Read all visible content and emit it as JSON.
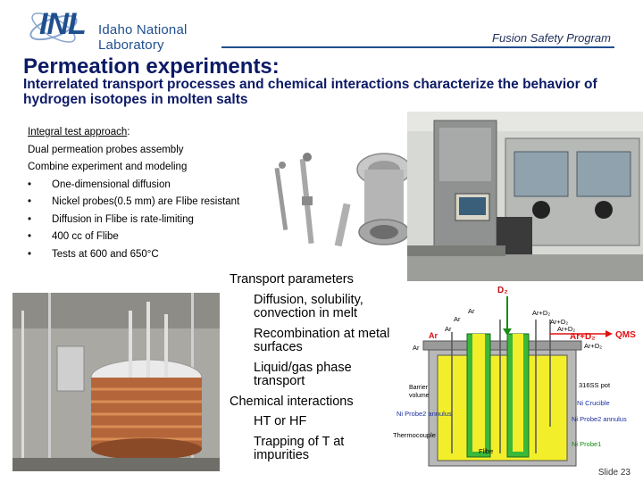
{
  "header": {
    "logo_mark": "INL",
    "logo_text": "Idaho National Laboratory",
    "program": "Fusion Safety Program"
  },
  "title": "Permeation experiments:",
  "subtitle": "Interrelated transport processes and chemical interactions characterize the behavior of hydrogen isotopes in molten salts",
  "approach": {
    "heading": "Integral test approach",
    "heading_suffix": ":",
    "lines": [
      "Dual permeation probes assembly",
      "Combine experiment and modeling"
    ],
    "bullet_glyph": "•",
    "bullets": [
      "One-dimensional diffusion",
      "Nickel probes(0.5 mm) are Flibe resistant",
      "Diffusion in Flibe is rate-limiting",
      "400 cc of Flibe",
      "Tests at 600 and 650°C"
    ]
  },
  "transport": {
    "items": [
      {
        "level": 1,
        "text": "Transport parameters"
      },
      {
        "level": 2,
        "text": "Diffusion, solubility, convection in melt"
      },
      {
        "level": 2,
        "text": "Recombination at metal surfaces"
      },
      {
        "level": 2,
        "text": "Liquid/gas phase transport"
      },
      {
        "level": 1,
        "text": "Chemical interactions"
      },
      {
        "level": 2,
        "text": "HT or HF"
      },
      {
        "level": 2,
        "text": "Trapping of T at impurities"
      }
    ]
  },
  "diagram": {
    "d2": "D₂",
    "ar": "Ar",
    "ar_red": "Ar",
    "ar_d2": "Ar+D₂",
    "ar_d2_red": "Ar+D₂",
    "qms": "QMS",
    "barrier_volume": "Barrier volume",
    "ss_pot": "316SS pot",
    "ni_crucible": "Ni Crucible",
    "probe2_annulus_left": "Ni Probe2 annulus",
    "probe2_annulus_right": "Ni Probe2 annulus",
    "thermocouple": "Thermocouple",
    "flibe": "Flibe",
    "probe1": "Ni Probe1",
    "colors": {
      "melt": "#f2ef2a",
      "probe": "#3ab83a",
      "metal": "#b8b8b8",
      "accent_red": "#e01010",
      "label_blue": "#1a2fa0",
      "label_green": "#128c12"
    }
  },
  "slide_number": "Slide 23"
}
